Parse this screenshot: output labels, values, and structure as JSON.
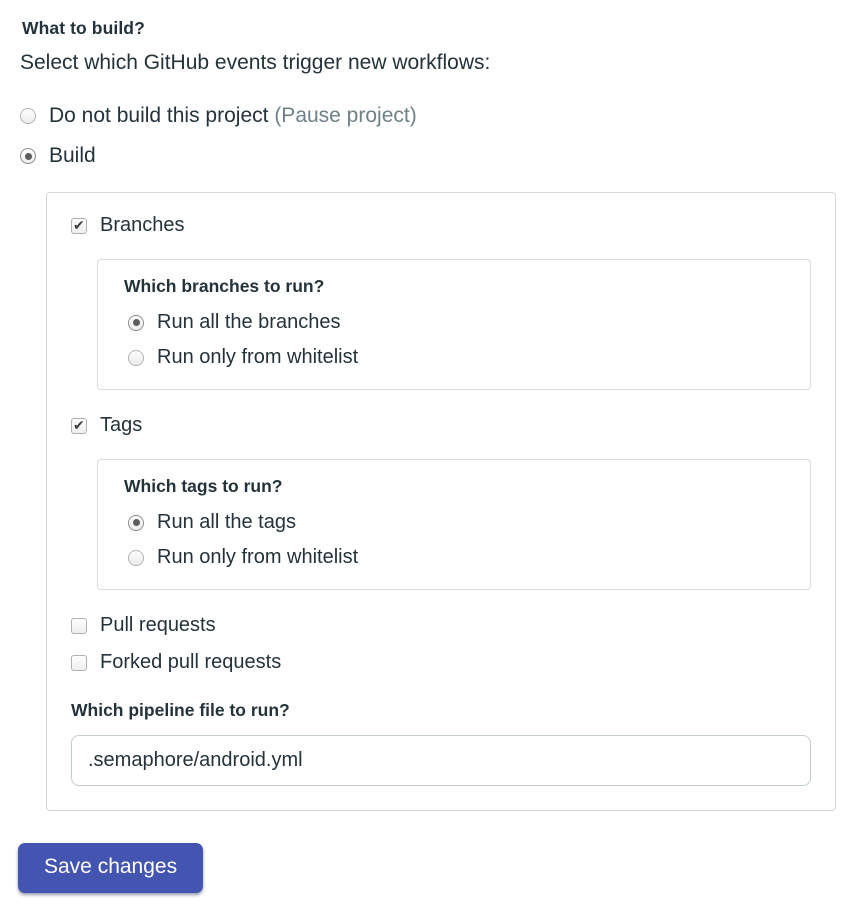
{
  "page": {
    "title": "What to build?",
    "subtitle": "Select which GitHub events trigger new workflows:"
  },
  "build_mode": {
    "pause_option": {
      "label": "Do not build this project",
      "link_label": "(Pause project)",
      "selected": false
    },
    "build_option": {
      "label": "Build",
      "selected": true
    }
  },
  "build_settings": {
    "branches": {
      "label": "Branches",
      "checked": true,
      "question": "Which branches to run?",
      "options": [
        {
          "label": "Run all the branches",
          "selected": true
        },
        {
          "label": "Run only from whitelist",
          "selected": false
        }
      ]
    },
    "tags": {
      "label": "Tags",
      "checked": true,
      "question": "Which tags to run?",
      "options": [
        {
          "label": "Run all the tags",
          "selected": true
        },
        {
          "label": "Run only from whitelist",
          "selected": false
        }
      ]
    },
    "pull_requests": {
      "label": "Pull requests",
      "checked": false
    },
    "forked_pull_requests": {
      "label": "Forked pull requests",
      "checked": false
    },
    "pipeline_file": {
      "question": "Which pipeline file to run?",
      "value": ".semaphore/android.yml"
    }
  },
  "actions": {
    "save_label": "Save changes"
  },
  "colors": {
    "accent": "#4355b0",
    "text": "#24333b",
    "muted_link": "#6e8187",
    "panel_border": "#d2d8d9"
  }
}
